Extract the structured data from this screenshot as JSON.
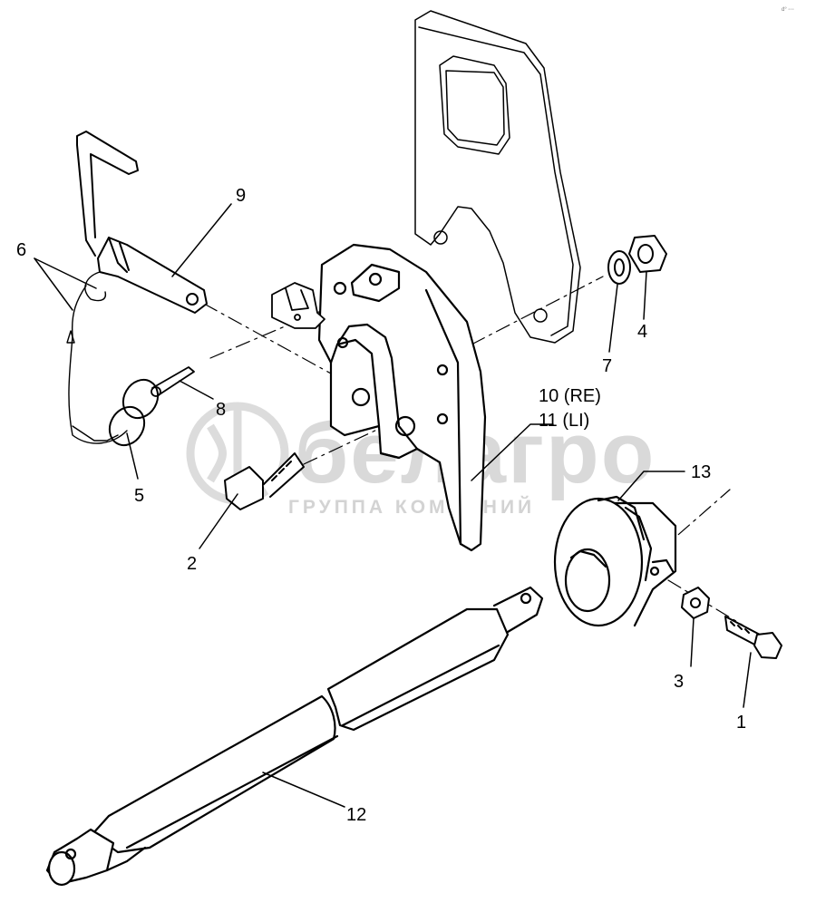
{
  "watermark": {
    "brand": "белагро",
    "tagline": "ГРУППА КОМПАНИЙ"
  },
  "corner_mark": "d° ◦◦◦",
  "callouts": [
    {
      "id": "c1",
      "text": "1"
    },
    {
      "id": "c2",
      "text": "2"
    },
    {
      "id": "c3",
      "text": "3"
    },
    {
      "id": "c4",
      "text": "4"
    },
    {
      "id": "c5",
      "text": "5"
    },
    {
      "id": "c6",
      "text": "6"
    },
    {
      "id": "c7",
      "text": "7"
    },
    {
      "id": "c8",
      "text": "8"
    },
    {
      "id": "c9",
      "text": "9"
    },
    {
      "id": "c10",
      "text": "10 (RE)"
    },
    {
      "id": "c11",
      "text": "11 (LI)"
    },
    {
      "id": "c12",
      "text": "12"
    },
    {
      "id": "c13",
      "text": "13"
    }
  ]
}
